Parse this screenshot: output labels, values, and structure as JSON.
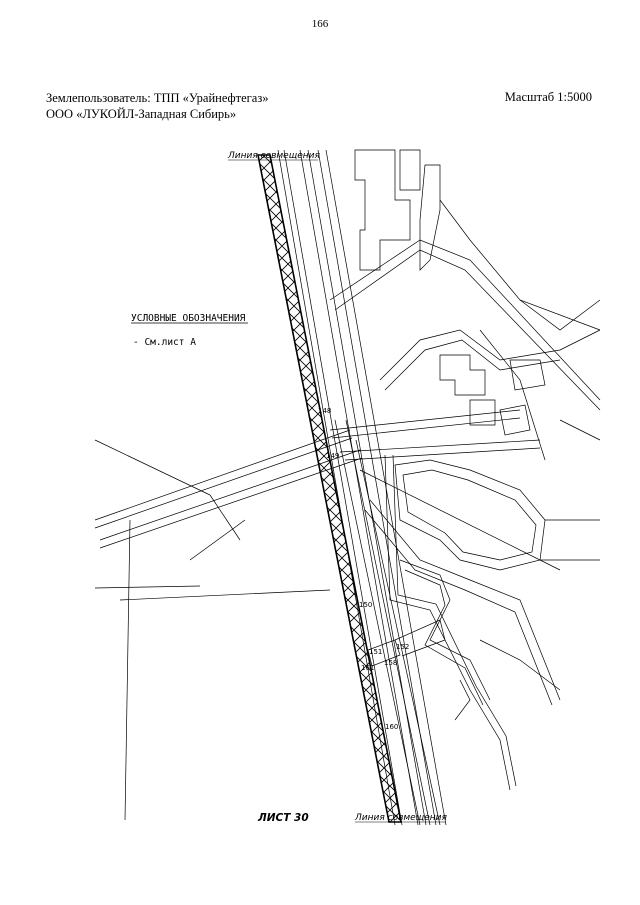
{
  "page": {
    "number": "166",
    "land_user_line1": "Землепользователь: ТПП «Урайнефтегаз»",
    "land_user_line2": "ООО «ЛУКОЙЛ-Западная Сибирь»",
    "scale": "Масштаб 1:5000"
  },
  "map": {
    "matchline_top": "Линия совмещения",
    "matchline_bottom": "Линия совмещения",
    "legend_title": "УСЛОВНЫЕ ОБОЗНАЧЕНИЯ",
    "legend_item": "- См.лист А",
    "sheet_label": "ЛИСТ 30",
    "points": [
      "148",
      "149",
      "150",
      "151",
      "152",
      "158",
      "161",
      "160"
    ]
  }
}
